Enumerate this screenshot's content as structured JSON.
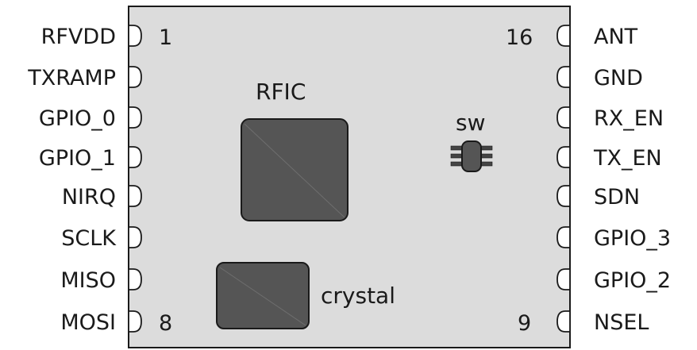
{
  "module": {
    "left_pins": [
      "RFVDD",
      "TXRAMP",
      "GPIO_0",
      "GPIO_1",
      "NIRQ",
      "SCLK",
      "MISO",
      "MOSI"
    ],
    "right_pins": [
      "ANT",
      "GND",
      "RX_EN",
      "TX_EN",
      "SDN",
      "GPIO_3",
      "GPIO_2",
      "NSEL"
    ],
    "pin_numbers": {
      "left_first": "1",
      "left_last": "8",
      "right_first": "16",
      "right_last": "9"
    },
    "components": {
      "rfic_label": "RFIC",
      "switch_label": "sw",
      "crystal_label": "crystal"
    },
    "colors": {
      "board": "#dcdcdc",
      "chip": "#555555",
      "outline": "#1a1a1a"
    }
  }
}
